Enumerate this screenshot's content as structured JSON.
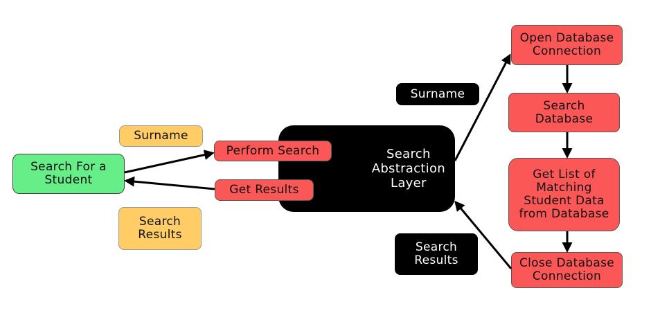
{
  "nodes": {
    "search_student": "Search For a\nStudent",
    "surname_left": "Surname",
    "search_results_left": "Search\nResults",
    "perform_search": "Perform Search",
    "get_results": "Get Results",
    "abstraction_layer": "Search\nAbstraction\nLayer",
    "surname_right": "Surname",
    "search_results_right": "Search\nResults",
    "open_db": "Open Database\nConnection",
    "search_db": "Search\nDatabase",
    "get_list": "Get List of\nMatching\nStudent Data\nfrom Database",
    "close_db": "Close Database\nConnection"
  },
  "colors": {
    "green": "#66ee88",
    "yellow": "#ffcc66",
    "red": "#fc5757",
    "black": "#000000"
  }
}
